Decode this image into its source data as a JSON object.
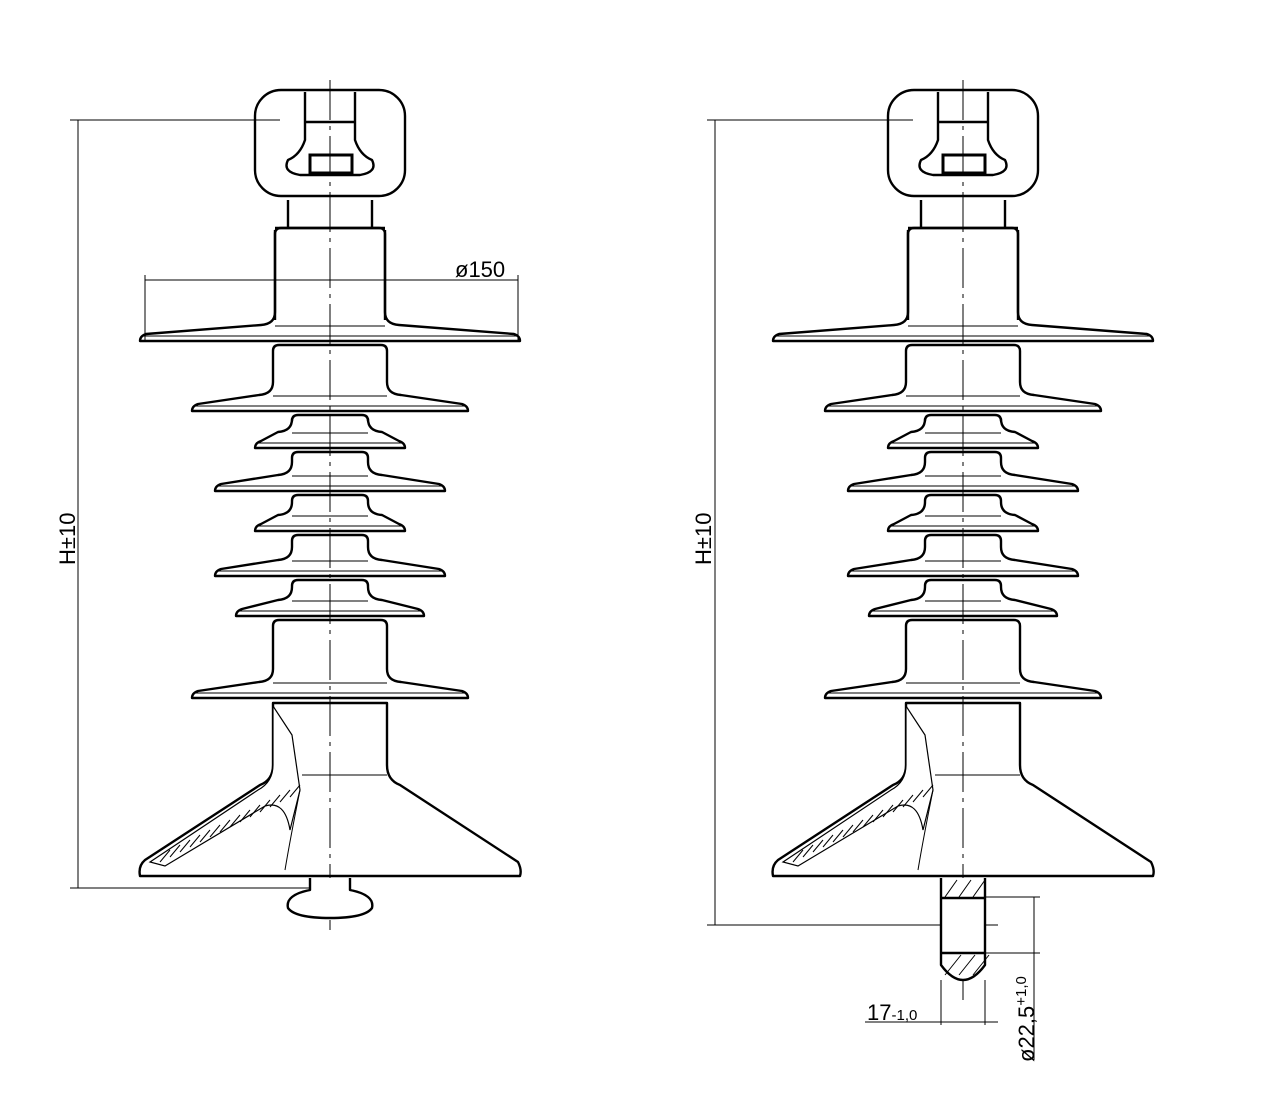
{
  "drawings": [
    {
      "name": "insulator-with-ball-fitting",
      "height_label": "H±10",
      "diameter_label": "ø150"
    },
    {
      "name": "insulator-with-pin-fitting",
      "height_label": "H±10",
      "pin_width_label": "17",
      "pin_width_tol": "-1,0",
      "pin_length_label": "ø22,5",
      "pin_length_tol": "+1,0"
    }
  ],
  "colors": {
    "line": "#000000",
    "background": "#ffffff"
  }
}
